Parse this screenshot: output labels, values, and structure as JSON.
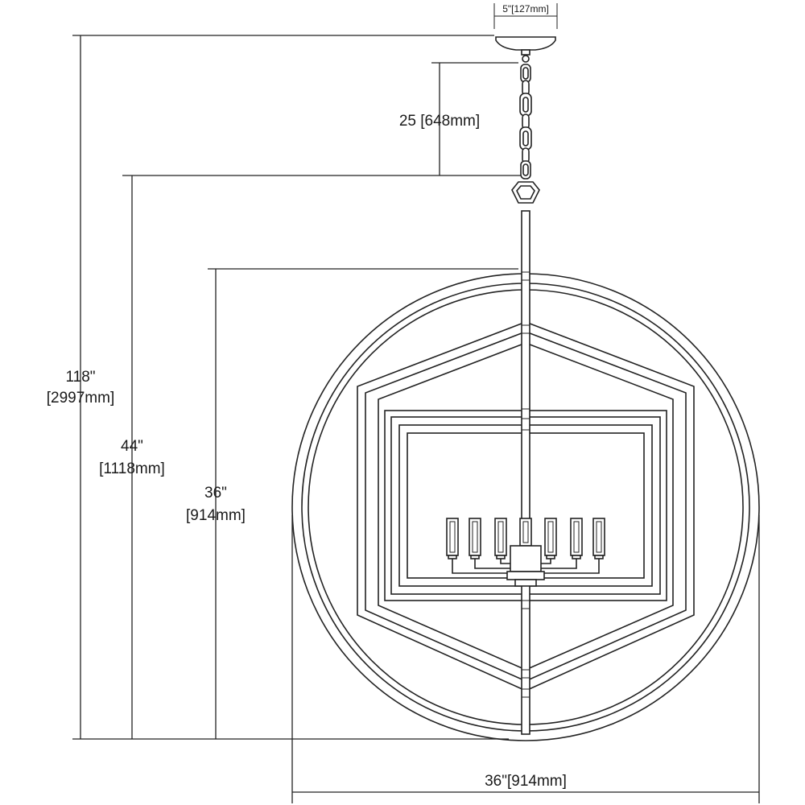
{
  "dimensions": {
    "canopy_width": "5\"[127mm]",
    "chain_length": "25 [648mm]",
    "overall_max_line1": "118\"",
    "overall_max_line2": "[2997mm]",
    "overall_min_line1": "44\"",
    "overall_min_line2": "[1118mm]",
    "body_height_line1": "36\"",
    "body_height_line2": "[914mm]",
    "body_width": "36\"[914mm]"
  }
}
